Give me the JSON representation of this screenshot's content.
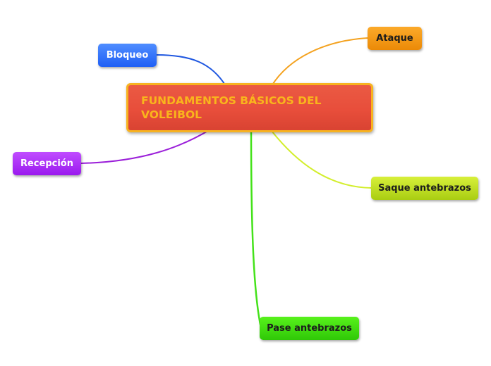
{
  "central": {
    "label": "FUNDAMENTOS BÁSICOS DEL VOLEIBOL",
    "fill_color": "#e8503c",
    "border_color": "#f7b320",
    "text_color": "#f9b51c"
  },
  "branches": [
    {
      "id": "bloqueo",
      "label": "Bloqueo",
      "color": "#2a63f3",
      "line_color": "#1f57e0"
    },
    {
      "id": "ataque",
      "label": "Ataque",
      "color": "#f39a12",
      "line_color": "#f4a21f"
    },
    {
      "id": "recepcion",
      "label": "Recepción",
      "color": "#ab2cf6",
      "line_color": "#9b1fd9"
    },
    {
      "id": "saque",
      "label": "Saque antebrazos",
      "color": "#c2e025",
      "line_color": "#d3ee2c"
    },
    {
      "id": "pase",
      "label": "Pase antebrazos",
      "color": "#3fd70e",
      "line_color": "#44e21a"
    }
  ]
}
